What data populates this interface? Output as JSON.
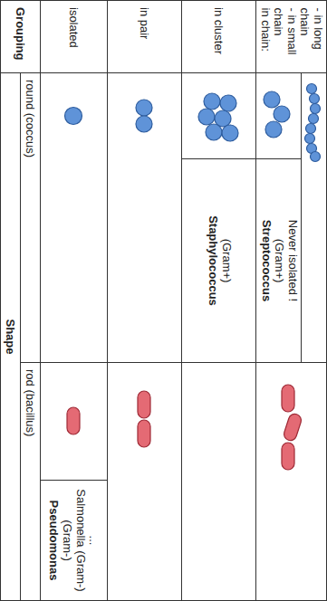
{
  "diagram": {
    "nodes": [
      {
        "text": [
          "Grouping"
        ]
      },
      {
        "text": [
          "Shape"
        ]
      },
      {
        "text": [
          "round (coccus)"
        ]
      },
      {
        "text": [
          "rod (bacillus)"
        ]
      },
      {
        "text": [
          "isolated"
        ]
      },
      {
        "text": [
          "Pseudomonas",
          "(Gram-)",
          "Salmonella (Gram-)",
          "..."
        ]
      },
      {
        "text": [
          "in pair"
        ]
      },
      {
        "text": [
          "in cluster"
        ]
      },
      {
        "text": [
          "Staphylococcus",
          "(Gram+)"
        ]
      },
      {
        "text": [
          "in chain:",
          "- in small chain",
          "- in long chain"
        ]
      },
      {
        "text": [
          "Streptococcus",
          "(Gram+)",
          "Never isolated !"
        ]
      }
    ]
  }
}
